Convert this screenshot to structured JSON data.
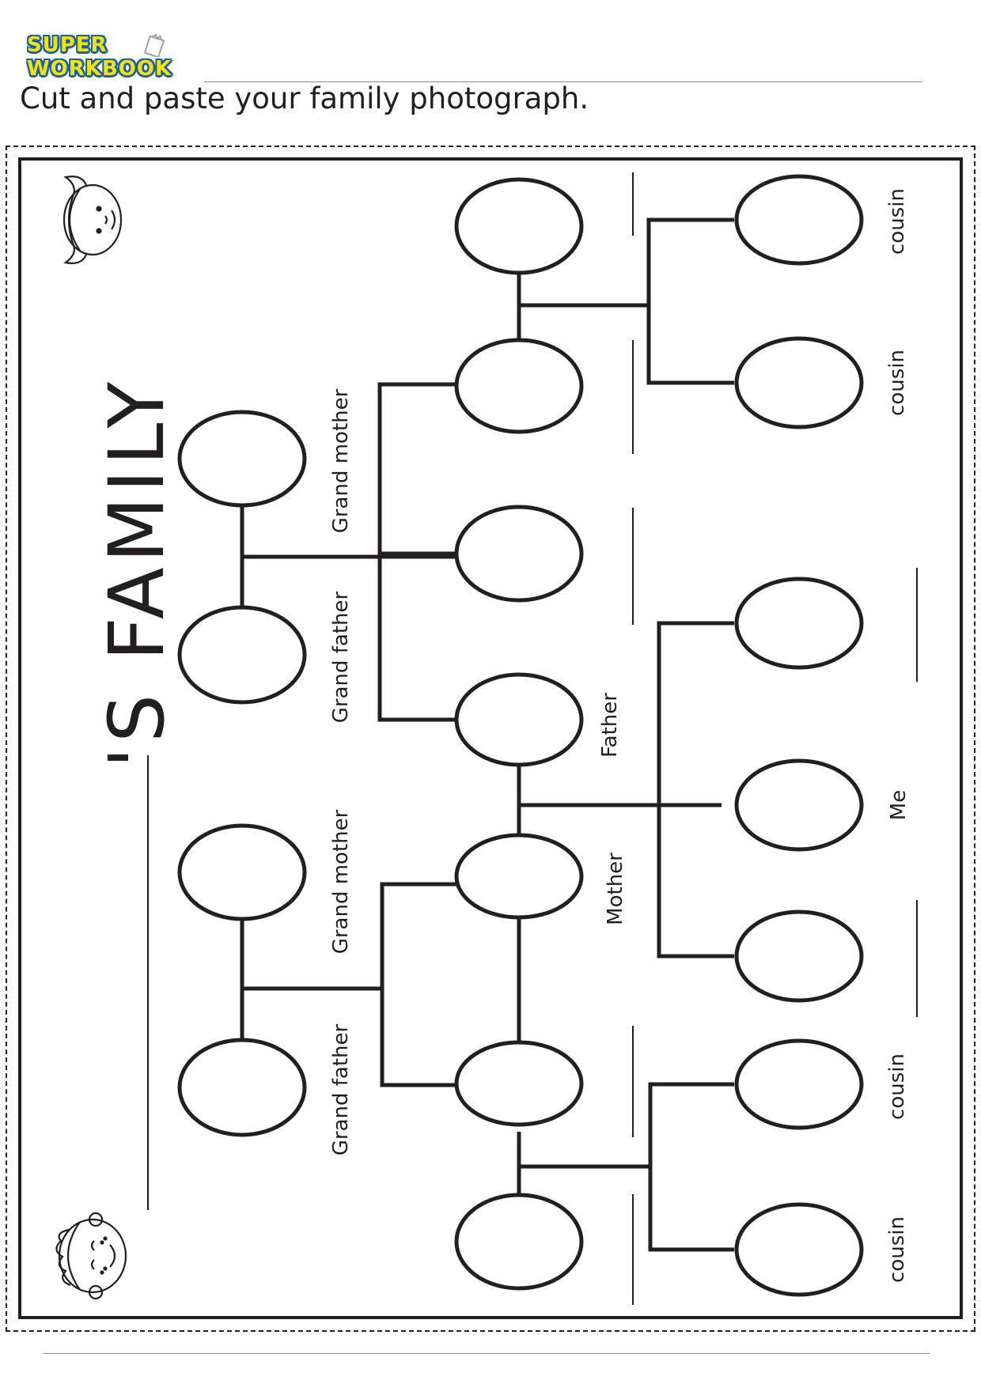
{
  "brand": {
    "line1": "SUPER",
    "line2": "WORKBOOK",
    "colors": {
      "fill": "#f5e400",
      "outline": "#1a5fb4"
    }
  },
  "instruction": "Cut and paste your family photograph.",
  "title": "'S FAMILY",
  "labels": {
    "paternal_grandmother": "Grand mother",
    "paternal_grandfather": "Grand father",
    "maternal_grandmother": "Grand mother",
    "maternal_grandfather": "Grand father",
    "father": "Father",
    "mother": "Mother",
    "me": "Me",
    "cousin_1": "cousin",
    "cousin_2": "cousin",
    "cousin_3": "cousin",
    "cousin_4": "cousin"
  },
  "icons": [
    "girl-face-icon",
    "boy-face-icon",
    "notepad-icon"
  ],
  "colors": {
    "ink": "#231f20",
    "rule": "#8a8a8a"
  }
}
